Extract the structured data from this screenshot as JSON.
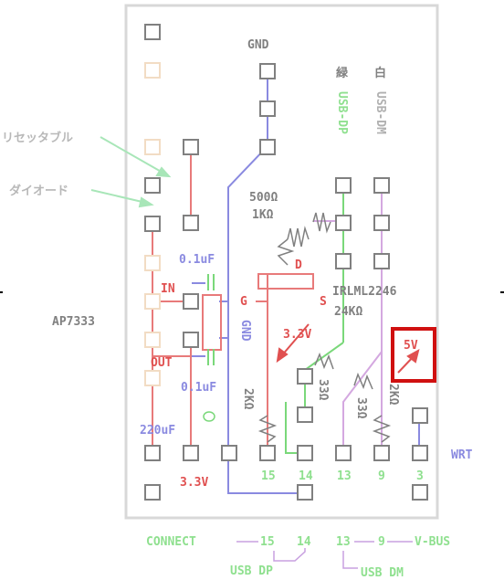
{
  "labels": {
    "gnd_top": "GND",
    "col_green": "緑",
    "col_white": "白",
    "usb_dp": "USB-DP",
    "usb_dm": "USB-DM",
    "resettable": "リセッタブル",
    "diode": "ダイオード",
    "res_500": "500Ω",
    "res_1k": "1KΩ",
    "cap_top": "0.1uF",
    "cap_bottom": "0.1uF",
    "pin_d": "D",
    "pin_g": "G",
    "pin_s": "S",
    "in": "IN",
    "out": "OUT",
    "ap": "AP7333",
    "irl": "IRLML2246",
    "res_24k": "24KΩ",
    "v33_arrow": "3.3V",
    "gnd_vert": "GND",
    "five_v": "5V",
    "res_2k_left": "2KΩ",
    "res_33_a": "33Ω",
    "res_33_b": "33Ω",
    "res_2k_right": "2KΩ",
    "cap_220": "220uF",
    "v33_bottom": "3.3V",
    "wrt": "WRT",
    "pin_15": "15",
    "pin_14": "14",
    "pin_13": "13",
    "pin_9": "9",
    "pin_3": "3",
    "connect": "CONNECT",
    "leg_15": "15",
    "leg_14": "14",
    "leg_13": "13",
    "leg_9": "9",
    "vbus": "V-BUS",
    "usb_dp_bottom": "USB DP",
    "usb_dm_bottom": "USB DM"
  },
  "colors": {
    "gnd_blue": "#6b6bd6",
    "power_red": "#e05050",
    "dp_green": "#5ccf5c",
    "dm_violet": "#c890d8",
    "highlight_red": "#d01010",
    "label_gray": "#808080",
    "legend_green": "#8fe08f",
    "legend_violet": "#c8a0e0"
  }
}
